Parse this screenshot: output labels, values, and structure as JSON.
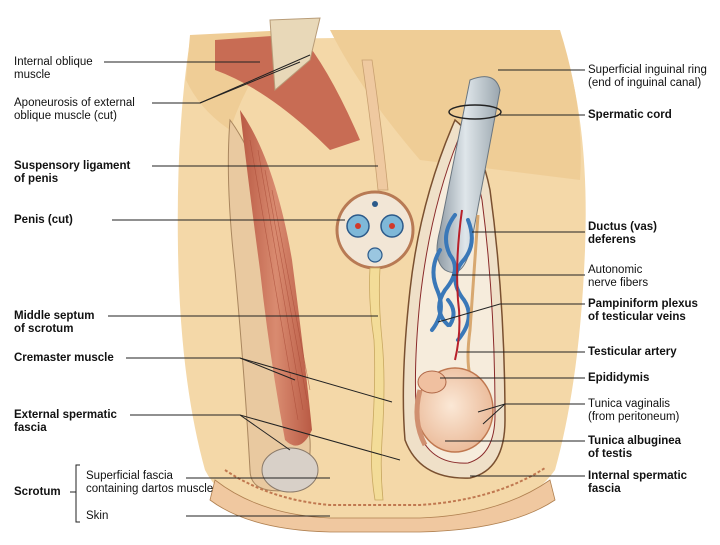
{
  "labels": {
    "internal_oblique": [
      "Internal oblique",
      "muscle"
    ],
    "aponeurosis": [
      "Aponeurosis of external",
      "oblique muscle (cut)"
    ],
    "suspensory": [
      "Suspensory ligament",
      "of penis"
    ],
    "penis": [
      "Penis (cut)"
    ],
    "middle_septum": [
      "Middle septum",
      "of scrotum"
    ],
    "cremaster": [
      "Cremaster muscle"
    ],
    "external_fascia": [
      "External spermatic",
      "fascia"
    ],
    "scrotum": [
      "Scrotum"
    ],
    "superficial_fascia": [
      "Superficial fascia",
      "containing dartos muscle"
    ],
    "skin": [
      "Skin"
    ],
    "superficial_ring": [
      "Superficial inguinal ring",
      "(end of inguinal canal)"
    ],
    "spermatic_cord": [
      "Spermatic cord"
    ],
    "ductus": [
      "Ductus (vas)",
      "deferens"
    ],
    "autonomic": [
      "Autonomic",
      "nerve fibers"
    ],
    "pampiniform": [
      "Pampiniform plexus",
      "of testicular veins"
    ],
    "testicular_artery": [
      "Testicular artery"
    ],
    "epididymis": [
      "Epididymis"
    ],
    "tunica_vaginalis": [
      "Tunica vaginalis",
      "(from peritoneum)"
    ],
    "tunica_albuginea": [
      "Tunica albuginea",
      "of testis"
    ],
    "internal_fascia": [
      "Internal spermatic",
      "fascia"
    ]
  },
  "colors": {
    "skin": "#f4d8a8",
    "fat": "#f0cf98",
    "muscle": "#c9705a",
    "muscle_light": "#e3a58c",
    "vein": "#3a78b8",
    "artery": "#b8202a",
    "cord": "#b8c4cc",
    "testis": "#f6d7c0",
    "leader": "#222222"
  }
}
